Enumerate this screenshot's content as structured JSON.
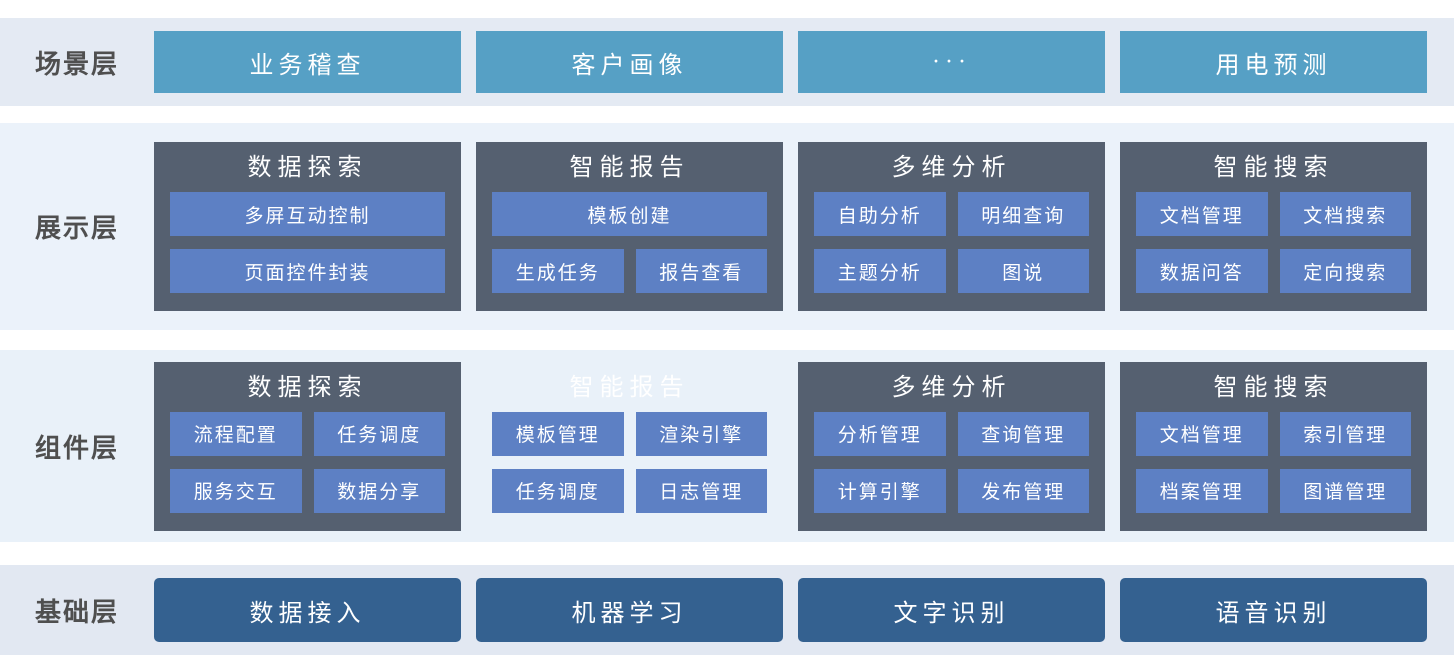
{
  "colors": {
    "scene_button": "#56a0c5",
    "card_background": "#556070",
    "module_chip": "#5d80c4",
    "base_button": "#346190",
    "band_scene_bg": "#e4eaf3",
    "band_display_bg": "#ebf2fa",
    "band_component_bg": "#e9f1f9",
    "band_base_bg": "#e2e8f2",
    "label_text": "#4f4f4f",
    "button_text": "#ffffff"
  },
  "layers": [
    {
      "id": "scene",
      "label": "场景层",
      "items": [
        "业务稽查",
        "客户画像",
        "···",
        "用电预测"
      ]
    },
    {
      "id": "display",
      "label": "展示层",
      "cards": [
        {
          "title": "数据探索",
          "rows": [
            [
              "多屏互动控制"
            ],
            [
              "页面控件封装"
            ]
          ]
        },
        {
          "title": "智能报告",
          "rows": [
            [
              "模板创建"
            ],
            [
              "生成任务",
              "报告查看"
            ]
          ]
        },
        {
          "title": "多维分析",
          "rows": [
            [
              "自助分析",
              "明细查询"
            ],
            [
              "主题分析",
              "图说"
            ]
          ]
        },
        {
          "title": "智能搜索",
          "rows": [
            [
              "文档管理",
              "文档搜索"
            ],
            [
              "数据问答",
              "定向搜索"
            ]
          ]
        }
      ]
    },
    {
      "id": "component",
      "label": "组件层",
      "cards": [
        {
          "title": "数据探索",
          "rows": [
            [
              "流程配置",
              "任务调度"
            ],
            [
              "服务交互",
              "数据分享"
            ]
          ]
        },
        {
          "title": "智能报告",
          "ghost": true,
          "rows": [
            [
              "模板管理",
              "渲染引擎"
            ],
            [
              "任务调度",
              "日志管理"
            ]
          ]
        },
        {
          "title": "多维分析",
          "rows": [
            [
              "分析管理",
              "查询管理"
            ],
            [
              "计算引擎",
              "发布管理"
            ]
          ]
        },
        {
          "title": "智能搜索",
          "rows": [
            [
              "文档管理",
              "索引管理"
            ],
            [
              "档案管理",
              "图谱管理"
            ]
          ]
        }
      ]
    },
    {
      "id": "base",
      "label": "基础层",
      "items": [
        "数据接入",
        "机器学习",
        "文字识别",
        "语音识别"
      ]
    }
  ]
}
